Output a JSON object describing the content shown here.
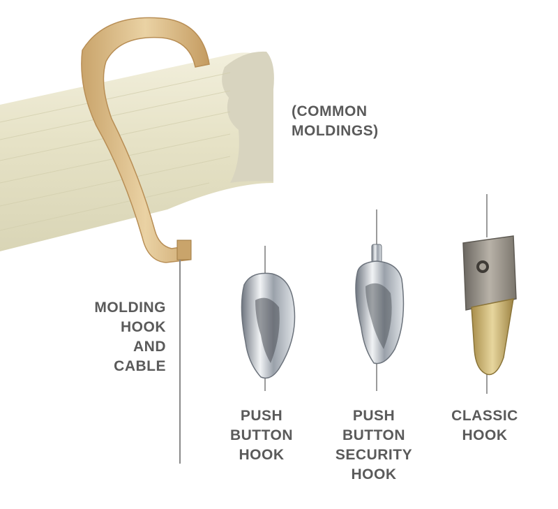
{
  "labels": {
    "common_moldings": [
      "(COMMON",
      "MOLDINGS)"
    ],
    "molding_hook": [
      "MOLDING",
      "HOOK",
      "AND",
      "CABLE"
    ],
    "push_button": [
      "PUSH",
      "BUTTON",
      "HOOK"
    ],
    "push_button_security": [
      "PUSH",
      "BUTTON",
      "SECURITY",
      "HOOK"
    ],
    "classic": [
      "CLASSIC",
      "HOOK"
    ]
  },
  "colors": {
    "label_text": "#5a5a5a",
    "molding": "#e8e4cc",
    "hook_brass": "#d9b883",
    "chrome": "#c8ccd2",
    "cable": "#8a8a8a"
  }
}
